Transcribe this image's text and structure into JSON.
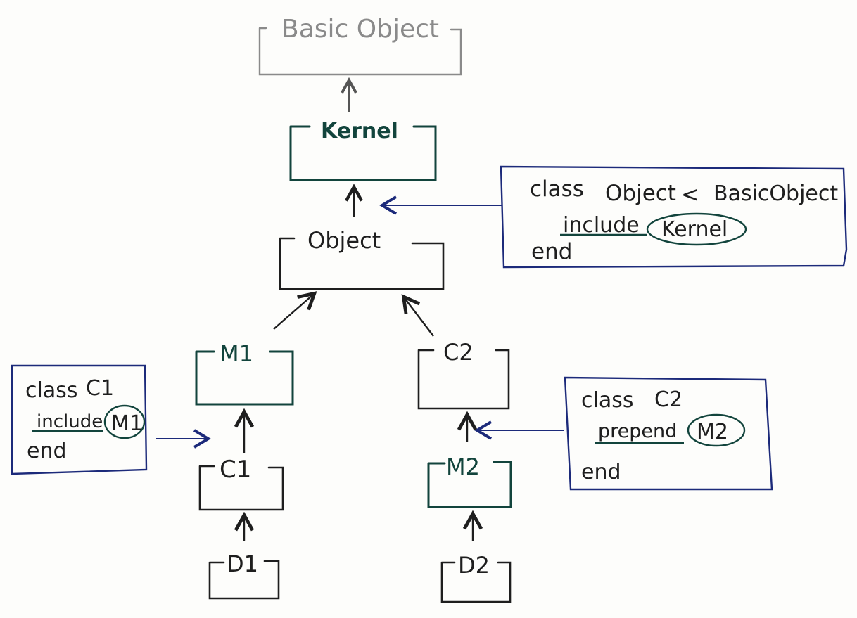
{
  "colors": {
    "ink_black": "#1e1e1e",
    "ink_gray": "#8a8a8a",
    "ink_green": "#12443c",
    "ink_blue": "#1c2a7a"
  },
  "nodes": {
    "basic_object": "Basic Object",
    "kernel": "Kernel",
    "object": "Object",
    "m1": "M1",
    "c2": "C2",
    "c1": "C1",
    "m2": "M2",
    "d1": "D1",
    "d2": "D2"
  },
  "notes": {
    "object_def": {
      "line1_class": "class",
      "line1_name": "Object",
      "line1_op": "<",
      "line1_super": "BasicObject",
      "line2_keyword": "include",
      "line2_module": "Kernel",
      "line3": "end"
    },
    "c1_def": {
      "line1_class": "class",
      "line1_name": "C1",
      "line2_keyword": "include",
      "line2_module": "M1",
      "line3": "end"
    },
    "c2_def": {
      "line1_class": "class",
      "line1_name": "C2",
      "line2_keyword": "prepend",
      "line2_module": "M2",
      "line3": "end"
    }
  }
}
